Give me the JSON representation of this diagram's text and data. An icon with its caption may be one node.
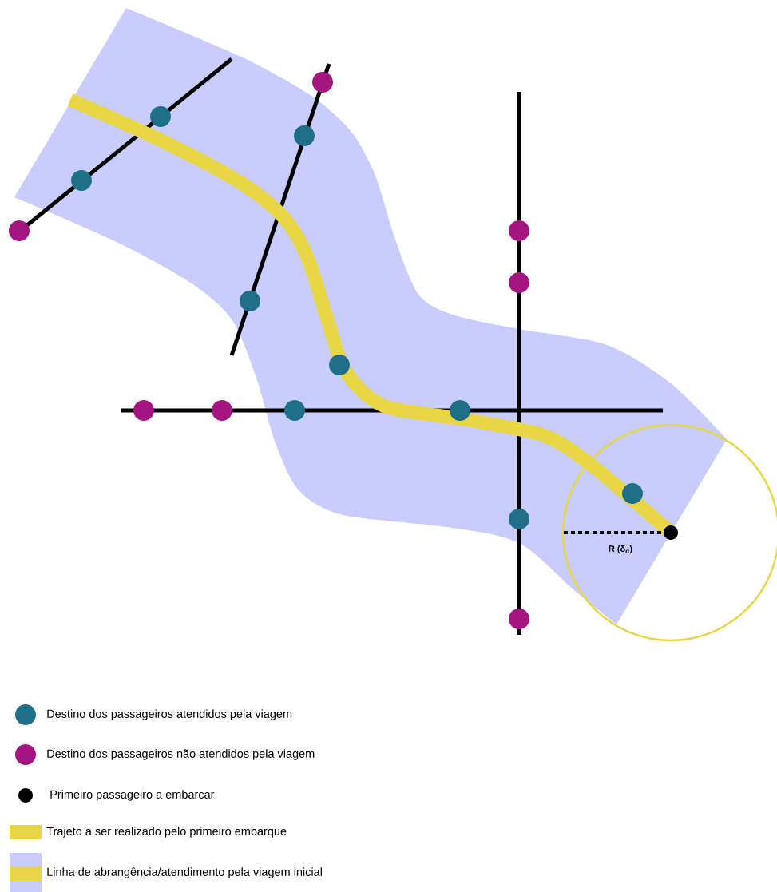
{
  "diagram": {
    "labels": [
      "R (δ$_{d}$)"
    ],
    "legend": [
      {
        "text": "Destino dos passageiros atendidos pela viagem",
        "color": "#1f6f8b"
      },
      {
        "text": "Destino dos passageiros não atendidos pela viagem",
        "color": "#a5157f"
      },
      {
        "text": "Primeiro passageiro a embarcar",
        "color": "#000000"
      },
      {
        "text": "Trajeto a ser realizado pelo primeiro embarque",
        "color": "#e8d645"
      },
      {
        "text": "Linha de abrangência/atendimento pela viagem inicial"
      }
    ]
  }
}
